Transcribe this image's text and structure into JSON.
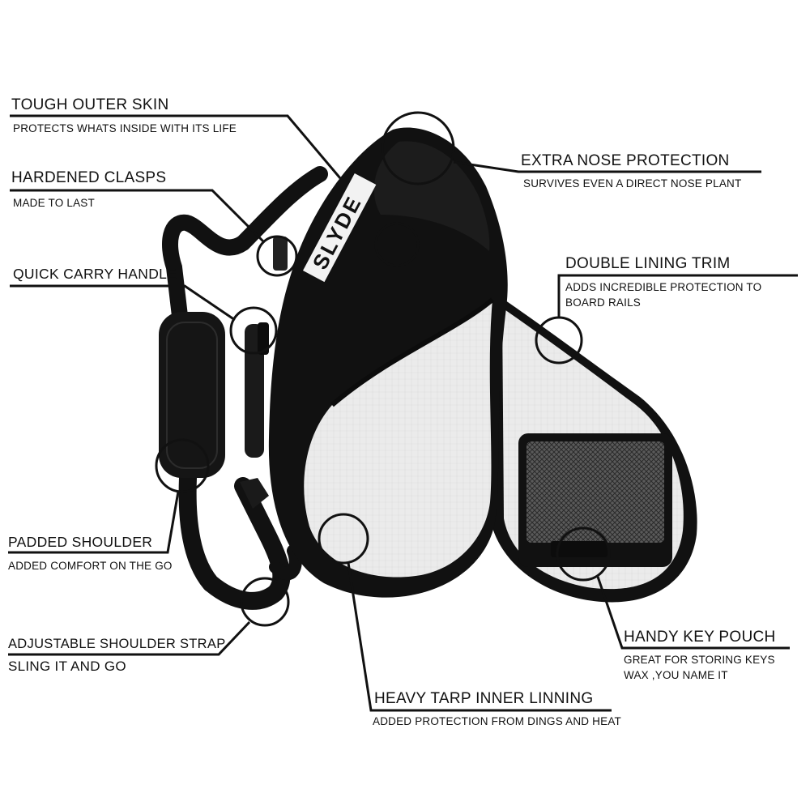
{
  "colors": {
    "bag": "#111111",
    "lining": "#e9e9e9",
    "callout": "#111111",
    "background": "#ffffff"
  },
  "brand": {
    "logo_text": "SLYDE"
  },
  "callouts": [
    {
      "id": "tough-outer-skin",
      "title": "TOUGH OUTER SKIN",
      "subtitle": "PROTECTS WHATS INSIDE WITH ITS LIFE"
    },
    {
      "id": "hardened-clasps",
      "title": "HARDENED CLASPS",
      "subtitle": "MADE TO LAST"
    },
    {
      "id": "quick-carry-handle",
      "title": "QUICK CARRY HANDLE",
      "subtitle": ""
    },
    {
      "id": "padded-shoulder",
      "title": "PADDED SHOULDER",
      "subtitle": "ADDED COMFORT ON THE GO"
    },
    {
      "id": "adjustable-shoulder-strap",
      "title": "ADJUSTABLE SHOULDER STRAP",
      "subtitle": "SLING IT AND GO"
    },
    {
      "id": "extra-nose-protection",
      "title": "EXTRA NOSE PROTECTION",
      "subtitle": "SURVIVES EVEN A DIRECT NOSE PLANT"
    },
    {
      "id": "double-lining-trim",
      "title": "DOUBLE LINING TRIM",
      "subtitle_line1": "ADDS INCREDIBLE PROTECTION TO",
      "subtitle_line2": "BOARD RAILS"
    },
    {
      "id": "heavy-tarp-inner-linning",
      "title": "HEAVY TARP INNER LINNING",
      "subtitle": "ADDED PROTECTION FROM DINGS AND HEAT"
    },
    {
      "id": "handy-key-pouch",
      "title": "HANDY KEY POUCH",
      "subtitle_line1": "GREAT FOR STORING KEYS",
      "subtitle_line2": "WAX ,YOU NAME IT"
    }
  ]
}
